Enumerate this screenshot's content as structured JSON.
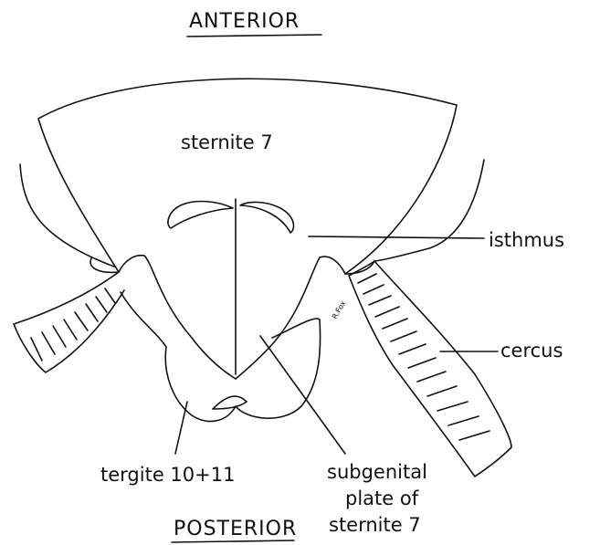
{
  "headings": {
    "top": "ANTERIOR",
    "bottom": "POSTERIOR"
  },
  "labels": {
    "sternite": "sternite 7",
    "isthmus": "isthmus",
    "cercus": "cercus",
    "tergite": "tergite 10+11",
    "subgenital_line1": "subgenital",
    "subgenital_line2": "plate of",
    "subgenital_line3": "sternite 7"
  },
  "signature": "R.Fox"
}
